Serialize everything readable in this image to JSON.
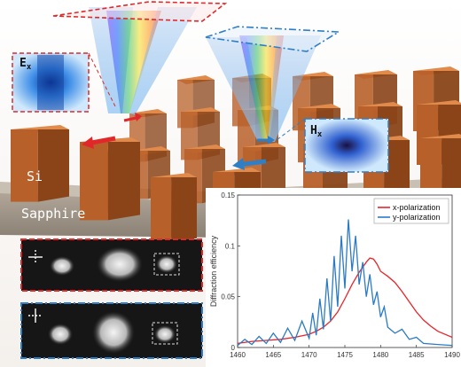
{
  "scene": {
    "si_label": "Si",
    "sapphire_label": "Sapphire",
    "field_labels": [
      {
        "main": "E",
        "sub": "x"
      },
      {
        "main": "H",
        "sub": "x"
      }
    ],
    "colors": {
      "pillar": "#b8602a",
      "pillar_top": "#e08a4c",
      "red_dash": "#e0282a",
      "blue_dashdot": "#2f7fc6",
      "substrate": "#9a8e80"
    }
  },
  "chart_data": {
    "type": "line",
    "title": "",
    "xlabel": "",
    "ylabel": "Diffraction efficiency",
    "xlim": [
      1460,
      1490
    ],
    "ylim": [
      0,
      0.15
    ],
    "xticks": [
      1460,
      1465,
      1470,
      1475,
      1480,
      1485,
      1490
    ],
    "yticks": [
      0,
      0.05,
      0.1,
      0.15
    ],
    "legend_position": "top-right",
    "series": [
      {
        "name": "x-polarization",
        "color": "#e8232a",
        "x": [
          1460,
          1462,
          1464,
          1466,
          1468,
          1470,
          1471,
          1472,
          1473,
          1474,
          1475,
          1476,
          1477,
          1478,
          1478.5,
          1479,
          1479.5,
          1480,
          1481,
          1482,
          1483,
          1484,
          1485,
          1486,
          1487,
          1488,
          1490
        ],
        "y": [
          0.004,
          0.006,
          0.007,
          0.008,
          0.01,
          0.013,
          0.016,
          0.02,
          0.026,
          0.035,
          0.048,
          0.062,
          0.074,
          0.084,
          0.088,
          0.087,
          0.082,
          0.075,
          0.07,
          0.064,
          0.055,
          0.045,
          0.035,
          0.027,
          0.021,
          0.016,
          0.01
        ]
      },
      {
        "name": "y-polarization",
        "color": "#2b7bc4",
        "x": [
          1460,
          1461,
          1462,
          1463,
          1464,
          1465,
          1466,
          1467,
          1468,
          1469,
          1470,
          1470.5,
          1471,
          1471.5,
          1472,
          1472.5,
          1473,
          1473.5,
          1474,
          1474.5,
          1475,
          1475.5,
          1476,
          1476.5,
          1477,
          1477.5,
          1478,
          1478.5,
          1479,
          1479.5,
          1480,
          1480.5,
          1481,
          1482,
          1483,
          1484,
          1485,
          1486,
          1488,
          1490
        ],
        "y": [
          0.002,
          0.008,
          0.003,
          0.011,
          0.004,
          0.014,
          0.005,
          0.019,
          0.007,
          0.026,
          0.009,
          0.034,
          0.012,
          0.048,
          0.018,
          0.068,
          0.026,
          0.09,
          0.04,
          0.11,
          0.058,
          0.126,
          0.075,
          0.11,
          0.062,
          0.084,
          0.05,
          0.072,
          0.042,
          0.055,
          0.03,
          0.04,
          0.02,
          0.014,
          0.018,
          0.008,
          0.01,
          0.004,
          0.003,
          0.002
        ]
      }
    ]
  }
}
